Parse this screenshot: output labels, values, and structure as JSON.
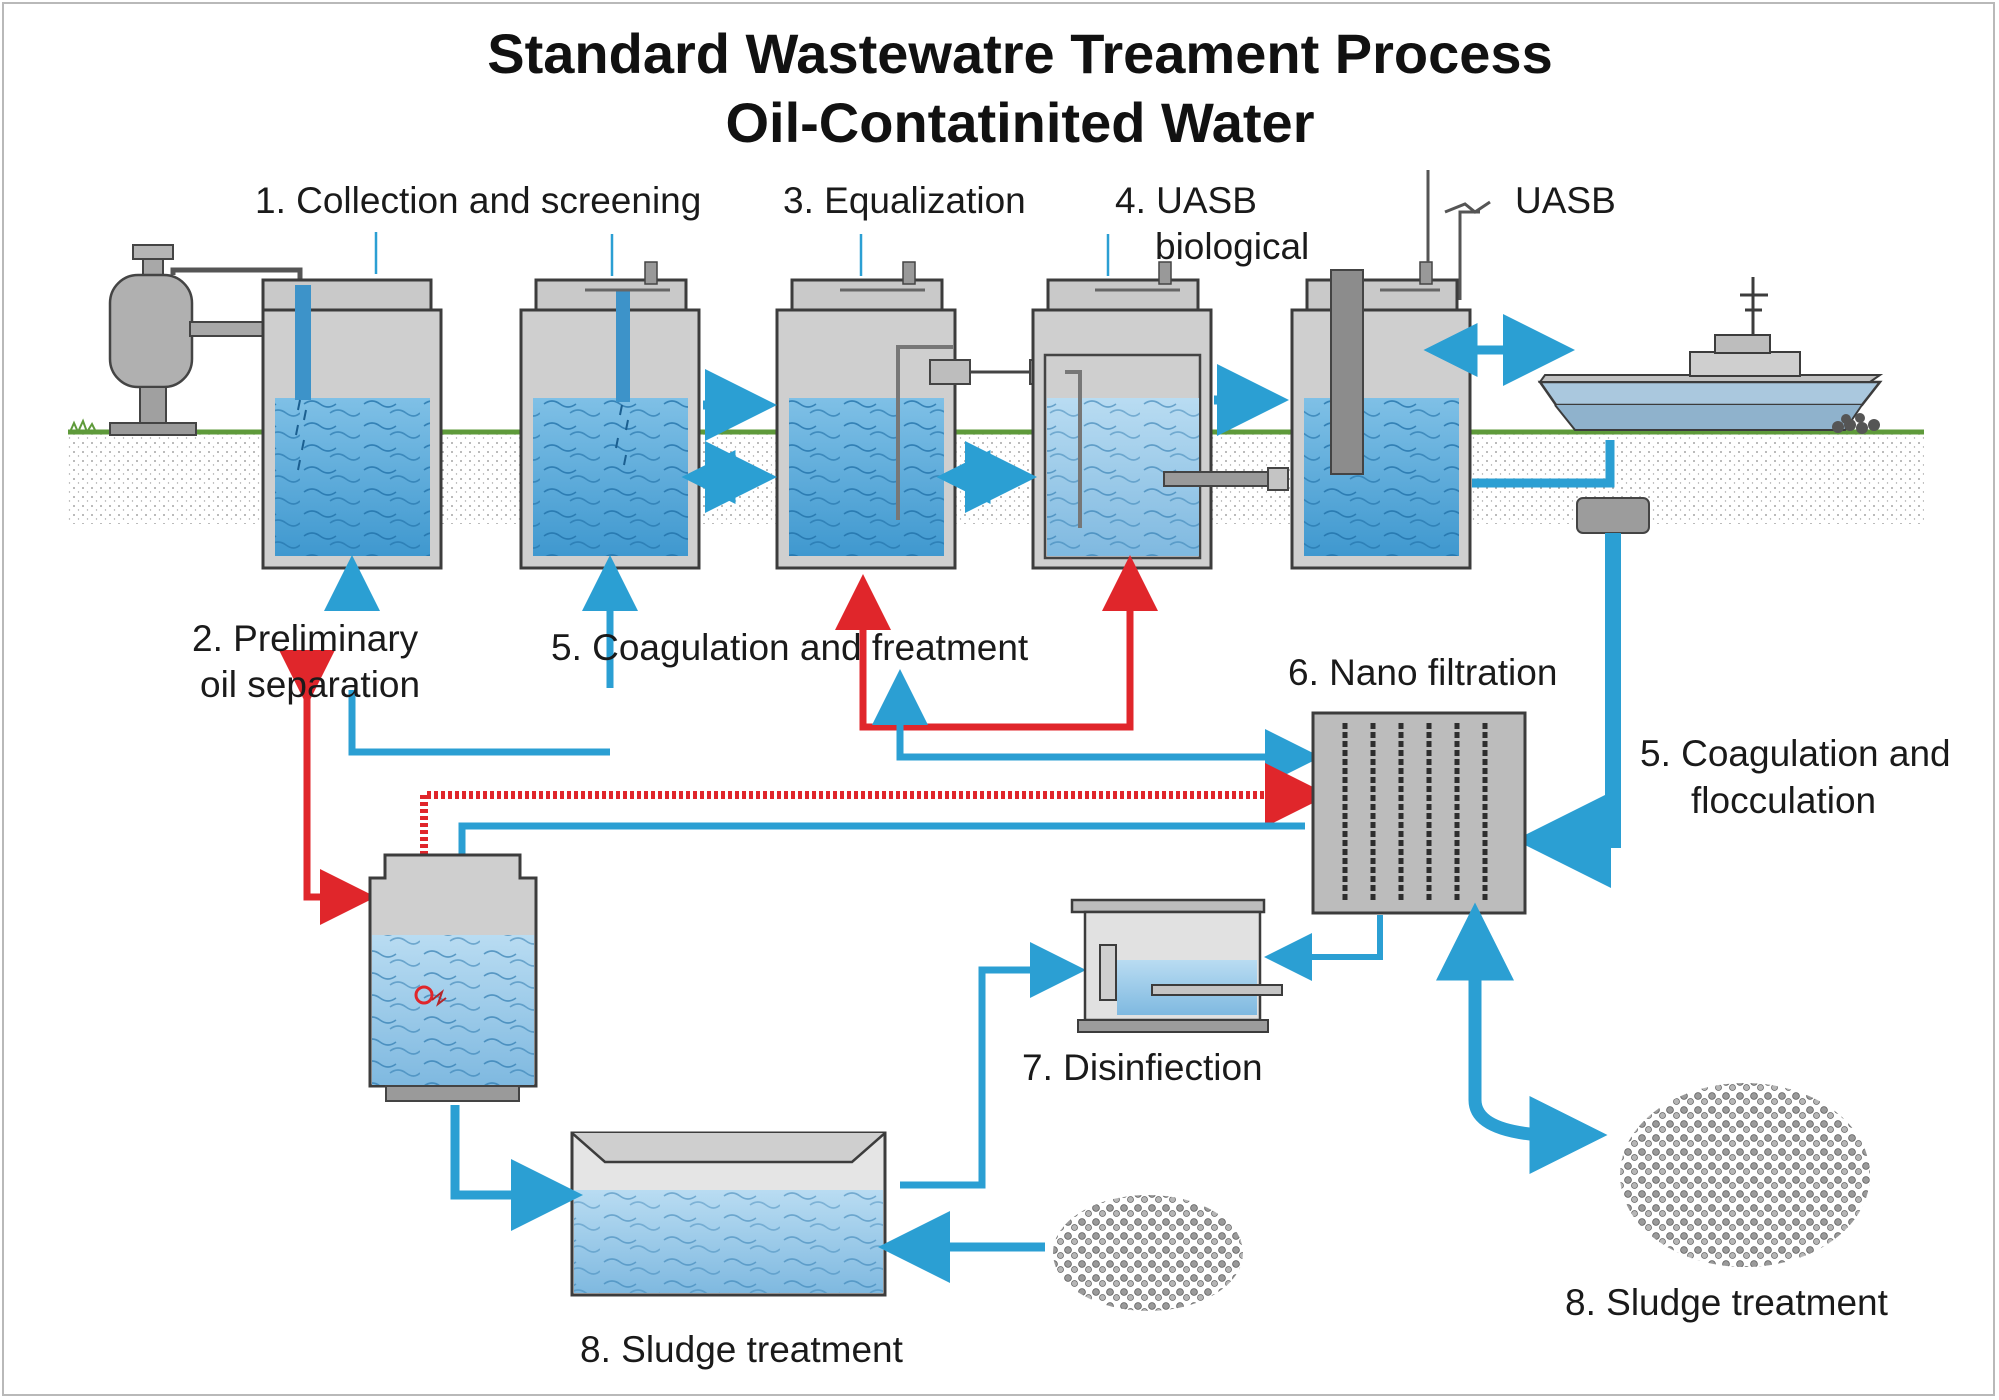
{
  "title": {
    "line1": "Standard Wastewatre Treament Process",
    "line2": "Oil-Contatinited Water"
  },
  "labels": {
    "collection": "1. Collection and screening",
    "equalization": "3. Equalization",
    "uasb_line1": "4. UASB",
    "uasb_line2": "biological",
    "uasb_right": "UASB",
    "preliminary_line1": "2. Preliminary",
    "preliminary_line2": "oil separation",
    "coagulation_treatment": "5. Coagulation and freatment",
    "nano_filtration": "6. Nano filtration",
    "coag_floc_line1": "5. Coagulation and",
    "coag_floc_line2": "flocculation",
    "disinfection": "7. Disinfiection",
    "sludge_bottom": "8. Sludge treatment",
    "sludge_right": "8. Sludge treatment"
  },
  "colors": {
    "water": "#5aa7d6",
    "water_light": "#9cccea",
    "flow_blue": "#2b9fd3",
    "flow_red": "#e0262b",
    "tank_gray": "#c9c9c9",
    "tank_stroke": "#3c3c3c",
    "ground": "#e6e6e6",
    "grass": "#5e9a3a"
  },
  "icons": {
    "pump": "pump-icon",
    "boat": "boat-icon",
    "filter": "filter-icon",
    "sludge": "sludge-pile-icon"
  }
}
